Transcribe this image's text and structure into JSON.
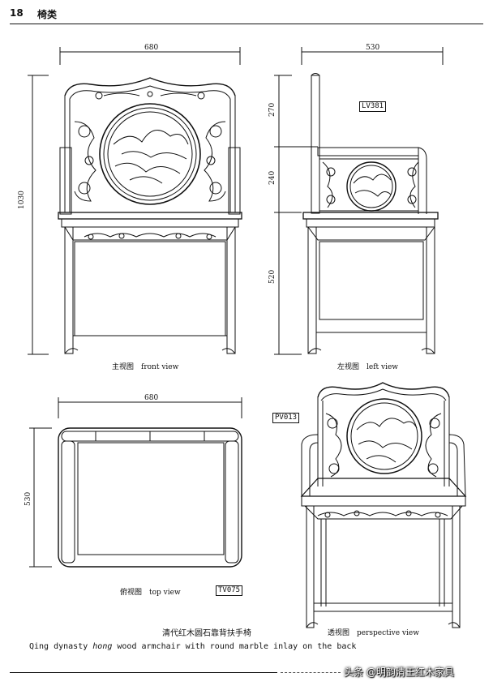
{
  "header": {
    "page_number": "18",
    "section_title": "椅类"
  },
  "views": {
    "front": {
      "label": "主视图　front view",
      "width_dim": "680",
      "height_dim": "1030"
    },
    "left": {
      "label": "左视图　left view",
      "code": "LV381",
      "depth_dim": "530",
      "dim_upper": "270",
      "dim_middle": "240",
      "dim_lower": "520"
    },
    "top": {
      "label": "俯视图　top view",
      "code": "TV075",
      "width_dim": "680",
      "depth_dim": "530"
    },
    "perspective": {
      "label": "透视图　perspective view",
      "code": "PV013"
    }
  },
  "caption": {
    "chinese": "清代红木圆石靠背扶手椅",
    "english_before": "Qing dynasty ",
    "english_italic": "hong",
    "english_after": " wood armchair with round marble inlay on the back"
  },
  "footer": {
    "watermark": "头条 @明韵清王红木家具"
  }
}
